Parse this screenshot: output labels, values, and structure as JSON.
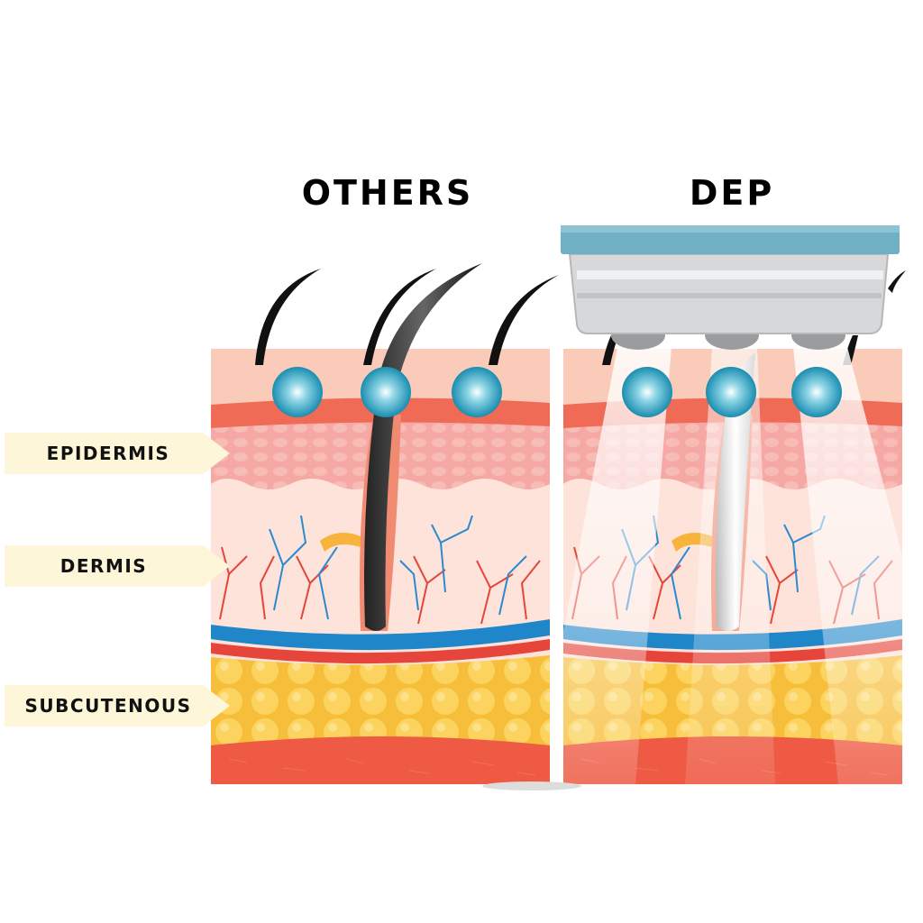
{
  "titles": {
    "left": "OTHERS",
    "right": "DEP"
  },
  "labels": {
    "epidermis": "EPIDERMIS",
    "dermis": "DERMIS",
    "subcutaneous": "SUBCUTENOUS"
  },
  "colors": {
    "skin_top": "#f9cbb8",
    "red_band": "#ef6b55",
    "epidermis": "#f6a8a4",
    "dermis": "#fde3da",
    "vein": "#1f86c9",
    "fat": "#f7be3c",
    "muscle": "#ee5a43",
    "device_top": "#6fb0c4",
    "device_body": "#d6d8d9",
    "ball": "#2aa3c3"
  }
}
